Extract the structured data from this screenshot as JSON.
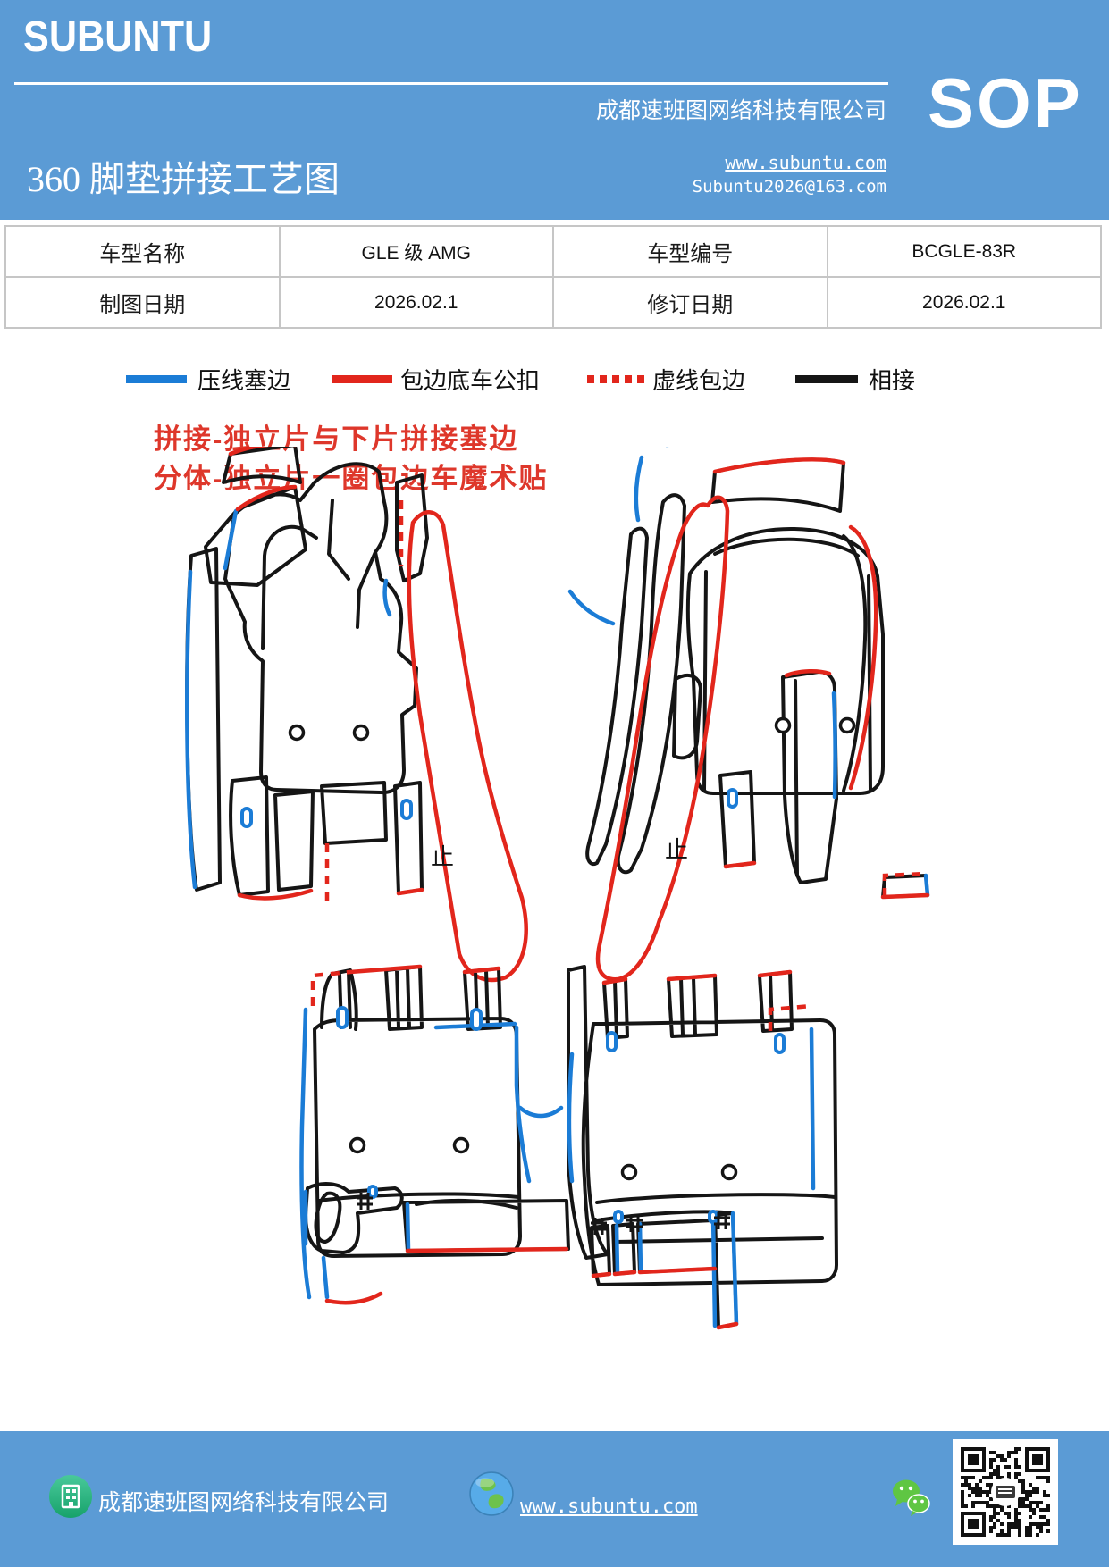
{
  "header": {
    "logo": "SUBUNTU",
    "title": "360 脚垫拼接工艺图",
    "company": "成都速班图网络科技有限公司",
    "website": "www.subuntu.com",
    "email": "Subuntu2026@163.com",
    "sop": "SOP"
  },
  "table": {
    "rows": [
      {
        "c0": "车型名称",
        "c1": "GLE 级 AMG",
        "c2": "车型编号",
        "c3": "BCGLE-83R"
      },
      {
        "c0": "制图日期",
        "c1": "2026.02.1",
        "c2": "修订日期",
        "c3": "2026.02.1"
      }
    ]
  },
  "legend": {
    "items": [
      {
        "label": "压线塞边",
        "color": "#1B7CD6",
        "style": "solid"
      },
      {
        "label": "包边底车公扣",
        "color": "#E2261C",
        "style": "solid"
      },
      {
        "label": "虚线包边",
        "color": "#E2261C",
        "style": "dashed"
      },
      {
        "label": "相接",
        "color": "#151515",
        "style": "solid"
      }
    ]
  },
  "notes": [
    "拼接-独立片与下片拼接塞边",
    "分体-独立片一圈包边车魔术贴"
  ],
  "diagram": {
    "stop_label": "止"
  },
  "footer": {
    "company": "成都速班图网络科技有限公司",
    "website": "www.subuntu.com"
  },
  "colors": {
    "theme_blue": "#5B9BD5",
    "line_blue": "#1B7CD6",
    "line_red": "#E2261C",
    "line_black": "#151515",
    "note_red": "#DE372B",
    "wechat_green": "#5FC643",
    "building_icon_green": "#21B573"
  }
}
